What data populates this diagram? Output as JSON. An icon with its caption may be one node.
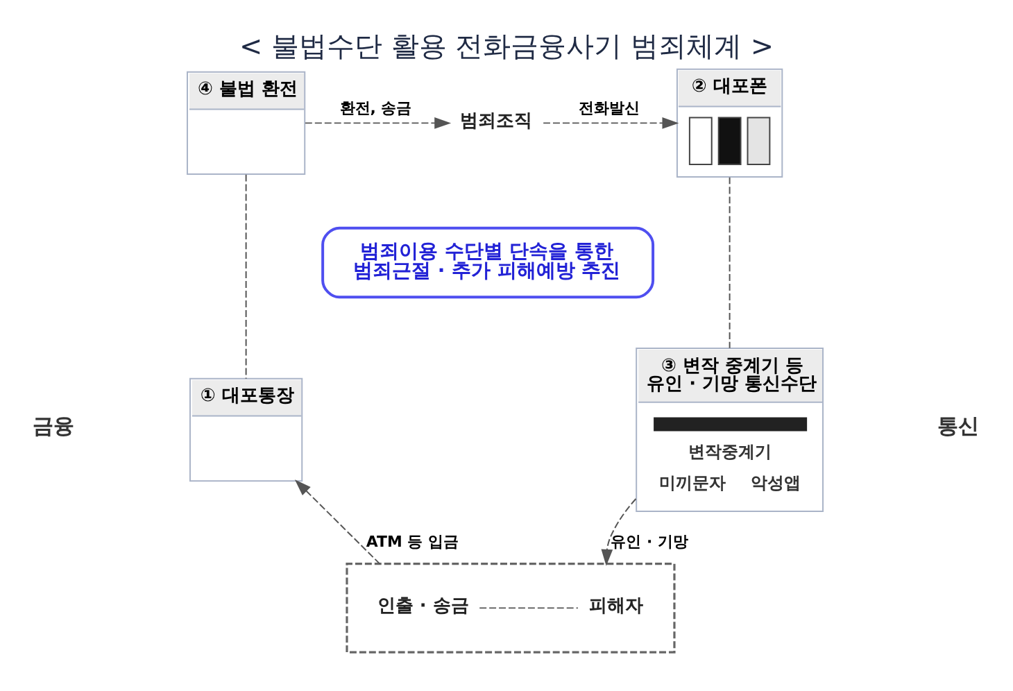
{
  "diagram": {
    "title": "< 불법수단 활용 전화금융사기 범죄체계 >",
    "nodes": [
      {
        "text": [
          "범죄조직"
        ]
      },
      {
        "text": [
          "④ 불법 환전"
        ]
      },
      {
        "text": [
          "② 대포폰"
        ]
      },
      {
        "text": [
          "범죄이용 수단별 단속을 통한 범죄근절 · 추가 피해예방 추진"
        ]
      },
      {
        "text": [
          "① 대포통장"
        ]
      },
      {
        "text": [
          "③ 변작 중계기 등 유인 · 기망 통신수단",
          "변작중계기",
          "미끼문자",
          "악성앱"
        ]
      },
      {
        "text": [],
        "shape": "box"
      },
      {
        "text": [
          "인출 · 송금"
        ],
        "in": 6
      },
      {
        "text": [
          "피해자"
        ],
        "in": 6
      }
    ],
    "edges": [
      {
        "from": 1,
        "to": 0,
        "label": "환전, 송금",
        "arrow": "to",
        "style": "dashed"
      },
      {
        "from": 0,
        "to": 2,
        "label": "전화발신",
        "arrow": "to",
        "style": "dashed"
      },
      {
        "from": 2,
        "to": 5,
        "arrow": "none",
        "style": "dashed"
      },
      {
        "from": 5,
        "to": 6,
        "label": "유인 · 기망",
        "arrow": "to",
        "style": "dashed"
      },
      {
        "from": 6,
        "to": 4,
        "label": "ATM 등 입금",
        "arrow": "to",
        "style": "dashed"
      },
      {
        "from": 1,
        "to": 4,
        "arrow": "none",
        "style": "dashed"
      },
      {
        "from": 7,
        "to": 8,
        "arrow": "none",
        "style": "dashed"
      }
    ],
    "labels": [
      "금융",
      "통신"
    ]
  }
}
